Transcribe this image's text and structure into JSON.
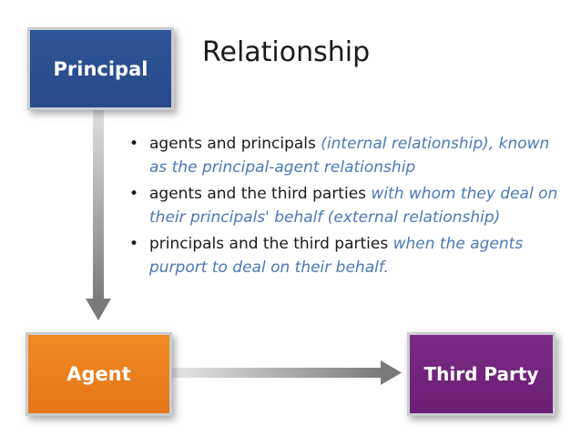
{
  "title": "Relationship",
  "boxes": {
    "principal": "Principal",
    "agent": "Agent",
    "third_party": "Third Party"
  },
  "bullets": [
    {
      "plain": "agents and principals ",
      "italic": "(internal relationship), known as the principal-agent relationship"
    },
    {
      "plain": "agents and the third parties ",
      "italic": "with whom they deal on their principals' behalf (external relationship)"
    },
    {
      "plain": "principals and the third parties ",
      "italic": "when the agents purport to deal on their behalf."
    }
  ],
  "colors": {
    "principal": "#2e5597",
    "agent": "#f08a21",
    "third_party": "#7b2a85",
    "arrow": "#8a8a8a",
    "italic_text": "#4a79b5"
  }
}
